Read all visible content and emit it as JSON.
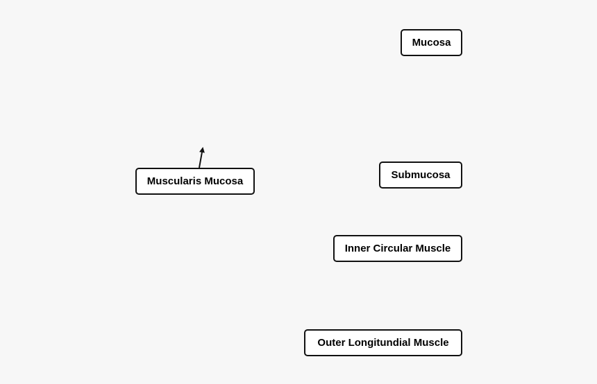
{
  "labels": {
    "mucosa": "Mucosa",
    "submucosa": "Submucosa",
    "muscularis_mucosa": "Muscularis Mucosa",
    "inner_circular_muscle": "Inner Circular Muscle",
    "outer_longitudinal_muscle": "Outer Longitundial Muscle"
  },
  "colors": {
    "background": "#f7f7f7",
    "border": "#111111",
    "text": "#000000"
  }
}
